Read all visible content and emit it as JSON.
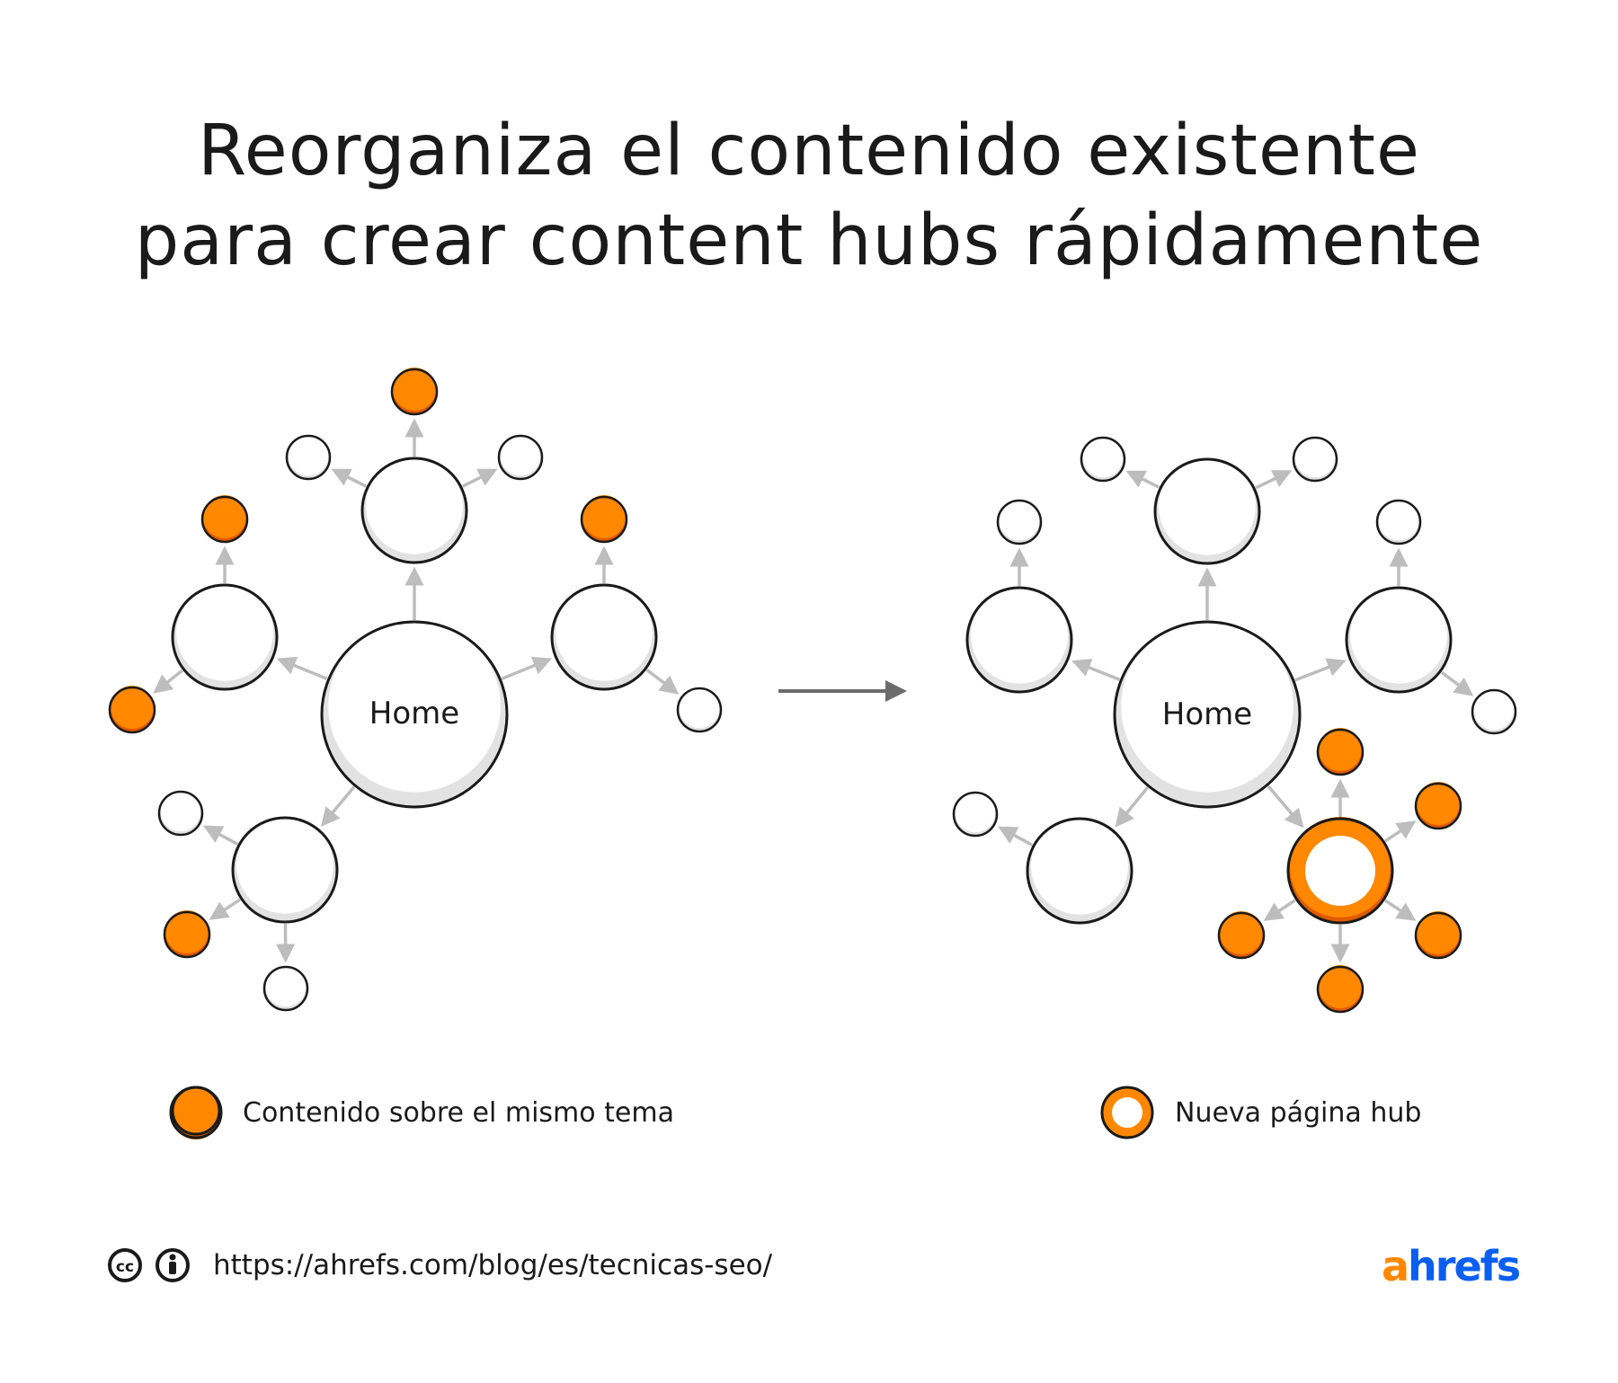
{
  "title": {
    "line1": "Reorganiza el contenido existente",
    "line2": "para crear content hubs rápidamente"
  },
  "diagram": {
    "home_label": "Home"
  },
  "legend": {
    "topic_content": "Contenido sobre el mismo tema",
    "new_hub": "Nueva página hub"
  },
  "footer": {
    "url": "https://ahrefs.com/blog/es/tecnicas-seo/",
    "logo_a": "a",
    "logo_rest": "hrefs",
    "cc_icon": "creative-commons-icon",
    "attribution_icon": "attribution-icon"
  },
  "colors": {
    "orange": "#ff8800",
    "orange_shadow": "#e05a00",
    "arrow_gray": "#bdbdbd",
    "main_arrow": "#6b6b6b",
    "outline": "#1a1a1a",
    "logo_blue": "#0a5ff0"
  }
}
